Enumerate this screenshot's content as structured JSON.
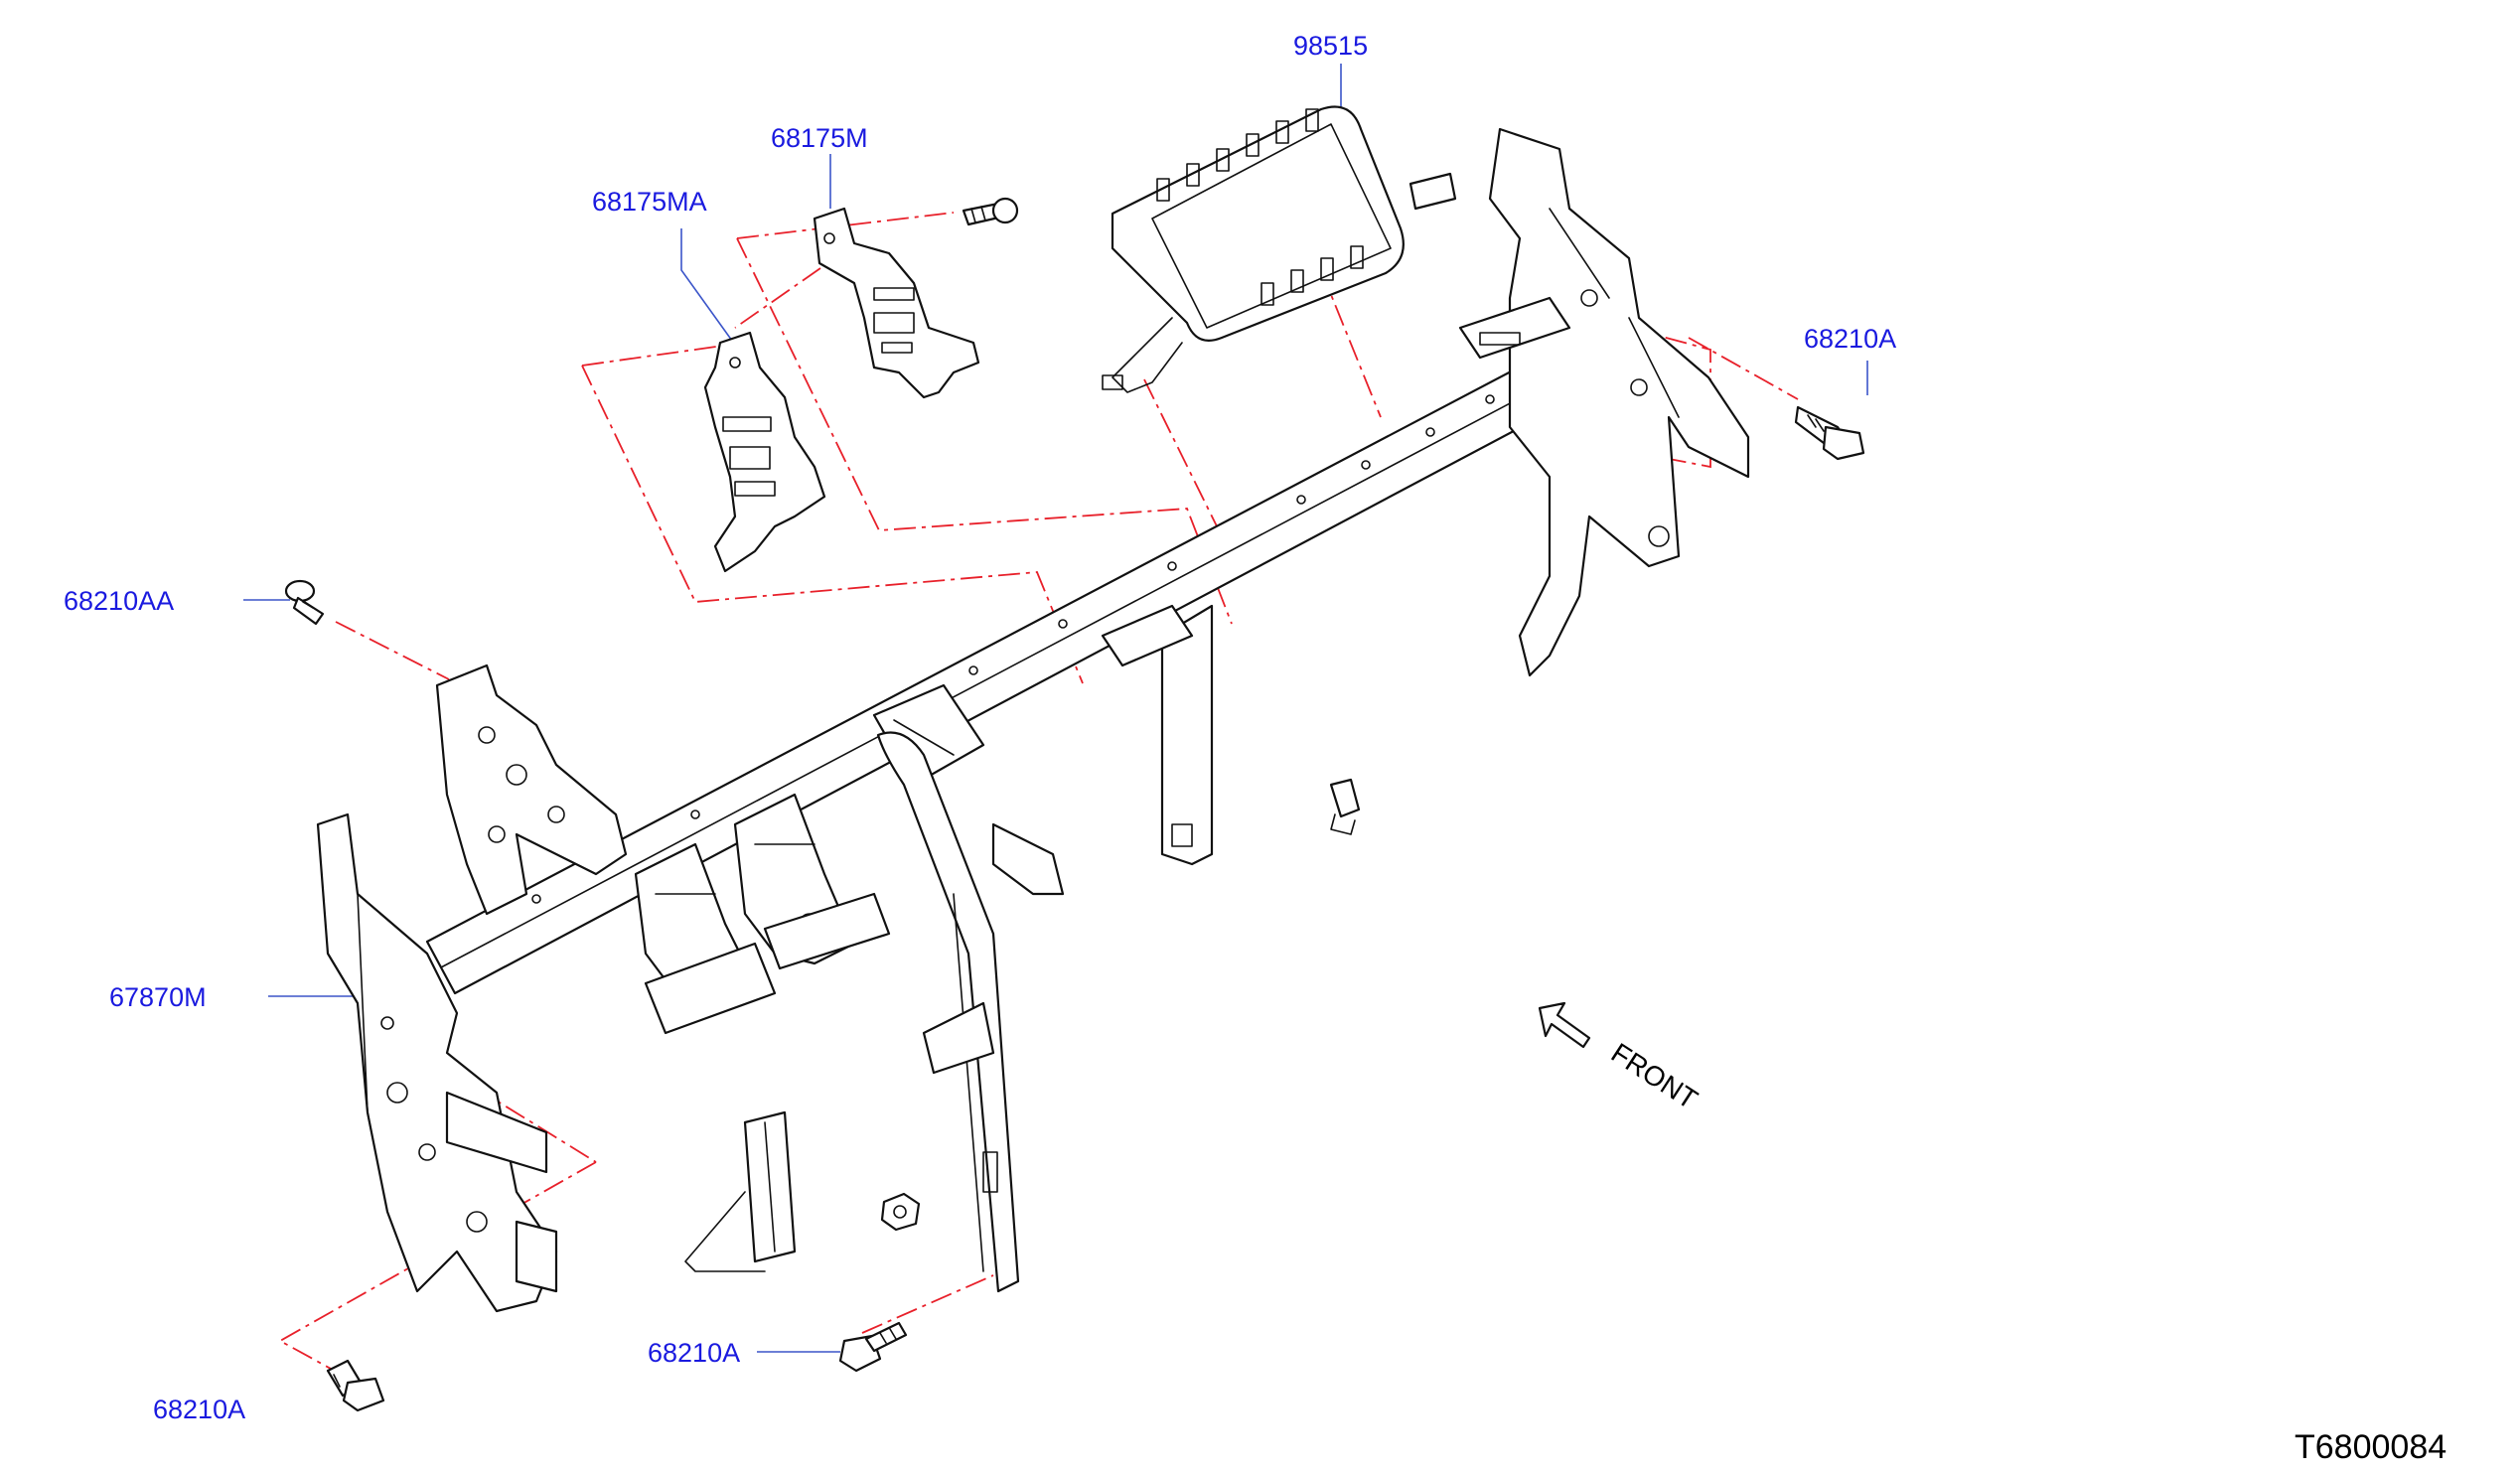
{
  "diagram": {
    "drawing_id": "T6800084",
    "front_label": "FRONT",
    "parts": [
      {
        "id": "airbag",
        "label": "98515"
      },
      {
        "id": "bracket-upper",
        "label": "68175M"
      },
      {
        "id": "bracket-lower",
        "label": "68175MA"
      },
      {
        "id": "bolt-right",
        "label": "68210A"
      },
      {
        "id": "bolt-left-top",
        "label": "68210AA"
      },
      {
        "id": "member",
        "label": "67870M"
      },
      {
        "id": "bolt-center",
        "label": "68210A"
      },
      {
        "id": "bolt-left-bottom",
        "label": "68210A"
      }
    ]
  },
  "colors": {
    "label": "#1a1adf",
    "leader": "#3b55c9",
    "dash": "#e8202a",
    "ink": "#111111"
  }
}
